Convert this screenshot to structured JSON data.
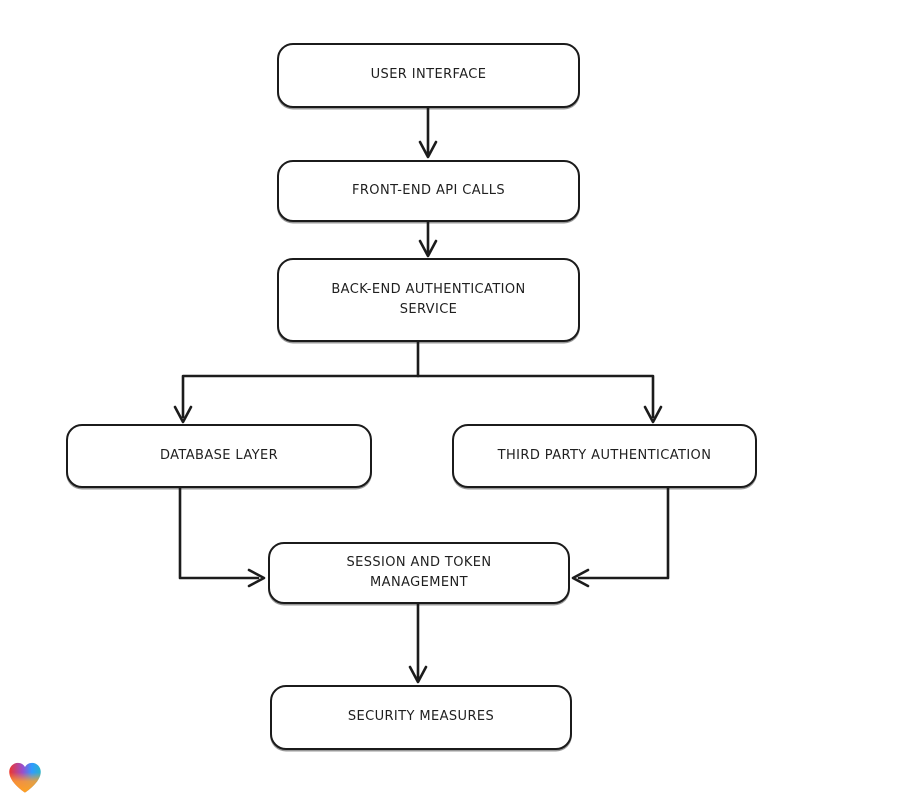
{
  "diagram": {
    "type": "flowchart",
    "style": "hand-drawn",
    "nodes": [
      {
        "id": "ui",
        "label": "USER INTERFACE"
      },
      {
        "id": "api",
        "label": "FRONT-END API CALLS"
      },
      {
        "id": "auth",
        "label": "BACK-END AUTHENTICATION SERVICE"
      },
      {
        "id": "db",
        "label": "DATABASE LAYER"
      },
      {
        "id": "third_party",
        "label": "THIRD PARTY AUTHENTICATION"
      },
      {
        "id": "session",
        "label": "SESSION AND TOKEN MANAGEMENT"
      },
      {
        "id": "security",
        "label": "SECURITY MEASURES"
      }
    ],
    "edges": [
      {
        "from": "ui",
        "to": "api"
      },
      {
        "from": "api",
        "to": "auth"
      },
      {
        "from": "auth",
        "to": "db"
      },
      {
        "from": "auth",
        "to": "third_party"
      },
      {
        "from": "db",
        "to": "session"
      },
      {
        "from": "third_party",
        "to": "session"
      },
      {
        "from": "session",
        "to": "security"
      }
    ],
    "colors": {
      "stroke": "#1c1c1c",
      "background": "#ffffff"
    },
    "logo": {
      "icon": "gradient-heart-logo",
      "colors": [
        "#ee352c",
        "#9b4dcc",
        "#2f9bff",
        "#ff9e2c"
      ]
    }
  }
}
